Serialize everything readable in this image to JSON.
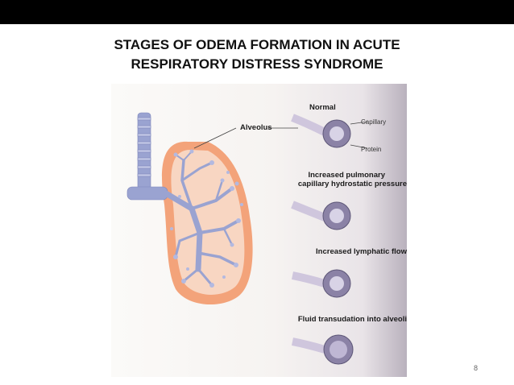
{
  "slide": {
    "title_line1": "STAGES OF ODEMA FORMATION IN ACUTE",
    "title_line2": "RESPIRATORY DISTRESS SYNDROME",
    "page_number": "8"
  },
  "figure": {
    "alveolus_label": "Alveolus",
    "capillary_label": "Capillary",
    "protein_label": "Protein",
    "stages": [
      {
        "label_line1": "Normal",
        "label_line2": ""
      },
      {
        "label_line1": "Increased pulmonary",
        "label_line2": "capillary hydrostatic pressure"
      },
      {
        "label_line1": "Increased lymphatic flow",
        "label_line2": ""
      },
      {
        "label_line1": "Fluid transudation into alveoli",
        "label_line2": ""
      }
    ]
  },
  "colors": {
    "lung_outer": "#f3a37a",
    "lung_inner": "#f8d6c2",
    "bronchi": "#9aa3d1",
    "alveolus": "#8b82a6",
    "vessel": "#cfc6dd"
  }
}
